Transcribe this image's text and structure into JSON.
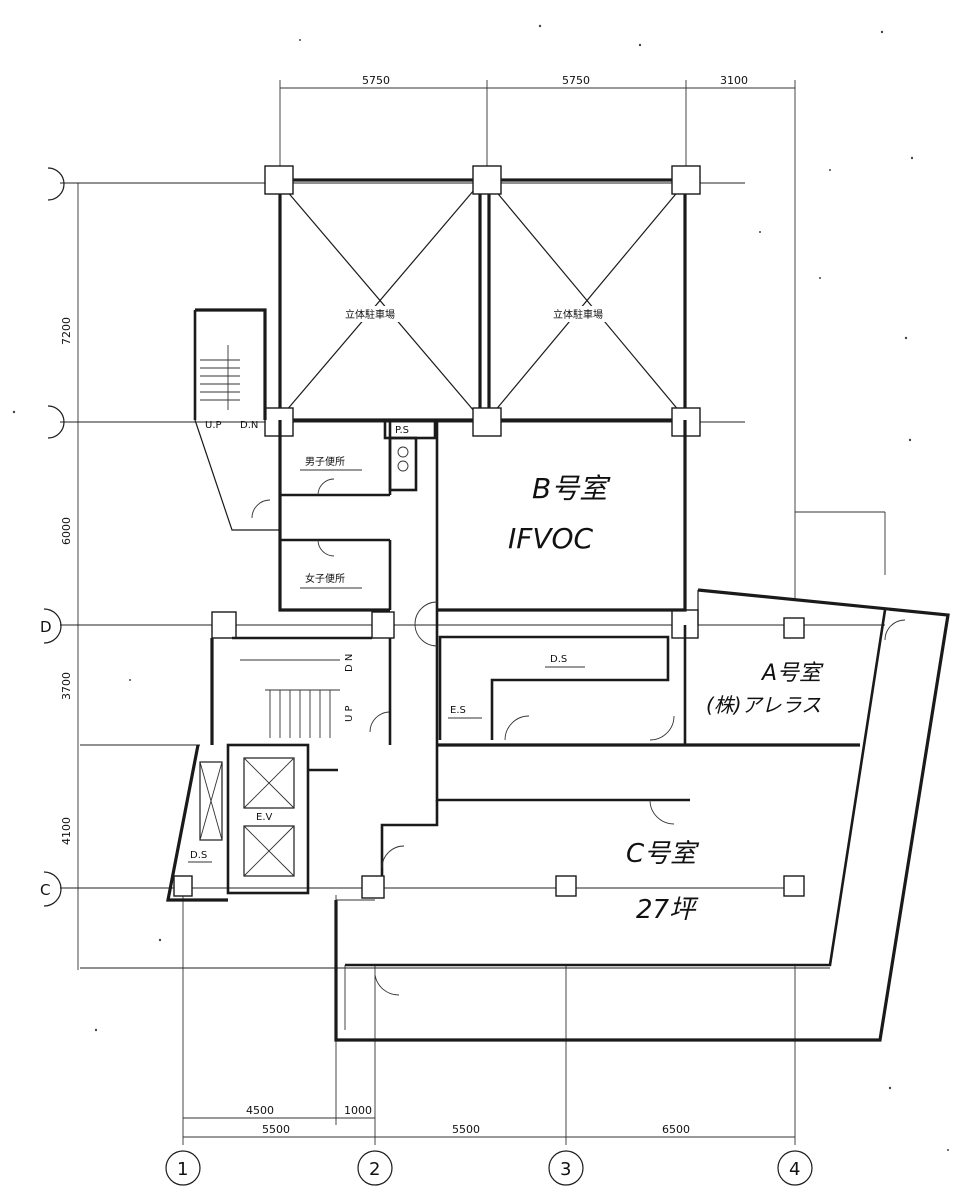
{
  "dimensions": {
    "top": [
      "5750",
      "5750",
      "3100"
    ],
    "left": [
      "7200",
      "6000",
      "3700",
      "4100"
    ],
    "bottom_inner": [
      "4500",
      "1000"
    ],
    "bottom_outer": [
      "5500",
      "5500",
      "6500"
    ]
  },
  "axes": {
    "columns": [
      "1",
      "2",
      "3",
      "4"
    ],
    "rows": [
      "D",
      "C"
    ]
  },
  "rooms": {
    "parking_left": "立体駐車場",
    "parking_right": "立体駐車場",
    "mens_toilet": "男子便所",
    "womens_toilet": "女子便所",
    "ps": "P.S",
    "ds_upper": "D.S",
    "es": "E.S",
    "ds_lower": "D.S",
    "ev": "E.V",
    "stair_up_1": "U.P",
    "stair_dn_1": "D.N",
    "stair_up_2": "U P",
    "stair_dn_2": "D N"
  },
  "handwritten": {
    "room_b_title": "B号室",
    "room_b_tenant": "IFVOC",
    "room_a_title": "A号室",
    "room_a_tenant": "(株)アレラス",
    "room_c_title": "C号室",
    "room_c_area": "27坪"
  }
}
